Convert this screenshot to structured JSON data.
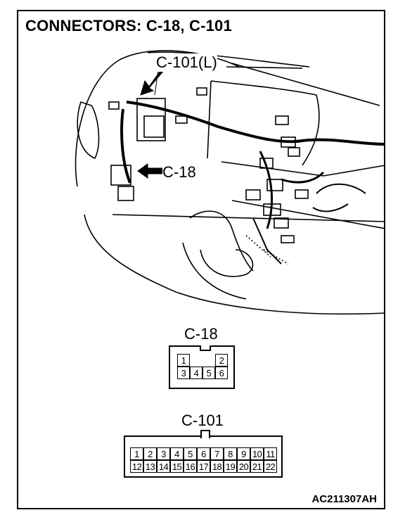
{
  "title": "CONNECTORS: C-18, C-101",
  "callouts": {
    "c101l": "C-101(L)",
    "c18": "C-18"
  },
  "connectors": {
    "c18": {
      "label": "C-18",
      "row1": [
        "1",
        "",
        "",
        "2"
      ],
      "row2": [
        "3",
        "4",
        "5",
        "6"
      ]
    },
    "c101": {
      "label": "C-101",
      "row1": [
        "1",
        "2",
        "3",
        "4",
        "5",
        "6",
        "7",
        "8",
        "9",
        "10",
        "11"
      ],
      "row2": [
        "12",
        "13",
        "14",
        "15",
        "16",
        "17",
        "18",
        "19",
        "20",
        "21",
        "22"
      ]
    }
  },
  "figure_id": "AC211307AH"
}
